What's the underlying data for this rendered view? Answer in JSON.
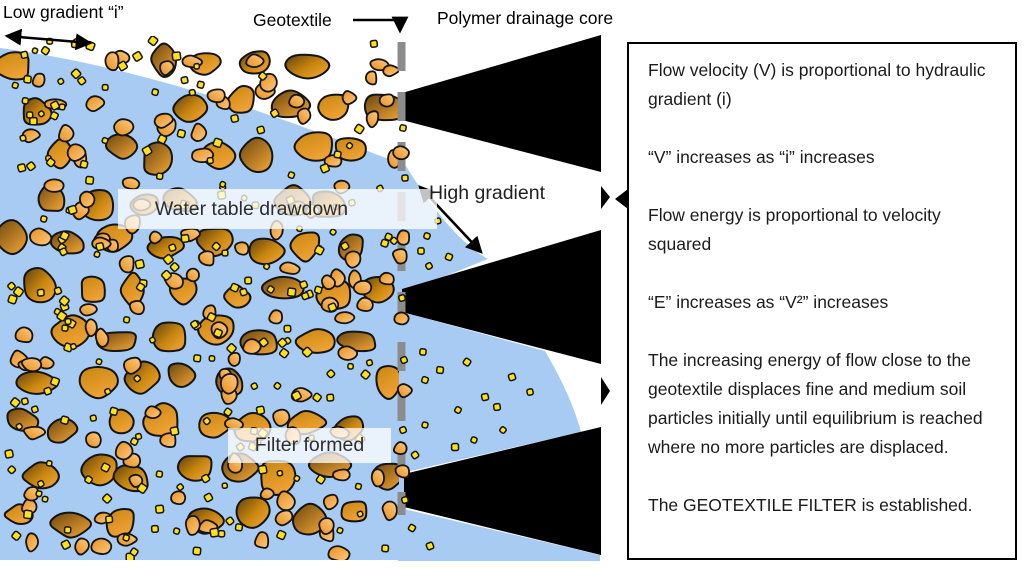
{
  "diagram": {
    "labels": {
      "low_gradient": "Low gradient “i”",
      "geotextile": "Geotextile",
      "polymer_core": "Polymer drainage core",
      "water_table": "Water table drawdown",
      "high_gradient": "High gradient",
      "filter_formed": "Filter formed"
    },
    "colors": {
      "water": "#A7CBF2",
      "core_black": "#000000",
      "geotextile_gray": "#8C8C8C",
      "rock_dark": "#6B470D",
      "rock_mid": "#C8860F",
      "rock_light": "#EFA235",
      "medium_particle": "#E98F1F",
      "medium_particle_light": "#FCCA80",
      "fine_particle_yellow": "#FFE01A",
      "outline": "#141414"
    }
  },
  "info_box": {
    "paragraphs": [
      "Flow velocity (V) is proportional to hydraulic gradient (i)",
      "“V” increases as “i” increases",
      "Flow energy is proportional to velocity squared",
      "“E” increases as “V²” increases",
      "The increasing energy of flow close to the geotextile displaces fine and medium soil particles initially until equilibrium is reached where no more particles are displaced.",
      "The GEOTEXTILE FILTER is established."
    ]
  }
}
